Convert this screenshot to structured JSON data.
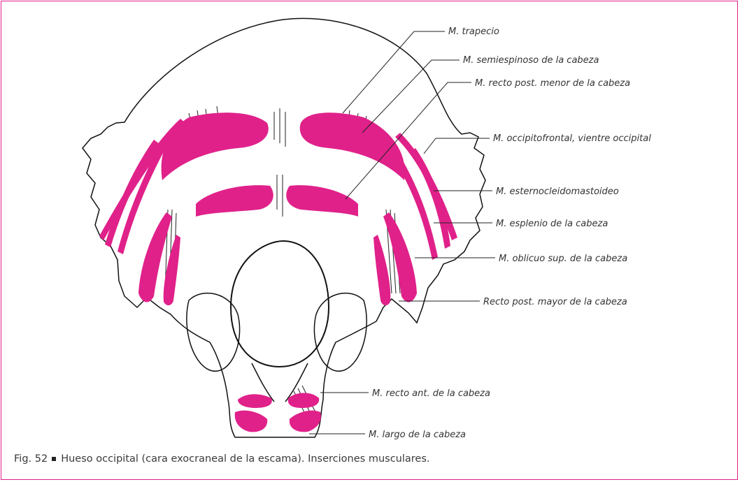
{
  "figure": {
    "caption_number": "Fig. 52",
    "caption_text": "Hueso occipital (cara exocraneal de la escama). Inserciones musculares.",
    "accent_color": "#e0218a",
    "frame_color": "#e0208c"
  },
  "labels": {
    "trapecio": "M. trapecio",
    "semiespinoso": "M. semiespinoso de la cabeza",
    "recto_post_menor": "M. recto post. menor de la cabeza",
    "occipitofrontal": "M. occipitofrontal, vientre occipital",
    "esternocleido": "M. esternocleidomastoideo",
    "esplenio": "M. esplenio de la cabeza",
    "oblicuo_sup": "M. oblicuo sup. de la cabeza",
    "recto_post_mayor": "Recto post. mayor de la cabeza",
    "recto_ant": "M. recto ant. de la cabeza",
    "largo": "M. largo de la cabeza"
  }
}
